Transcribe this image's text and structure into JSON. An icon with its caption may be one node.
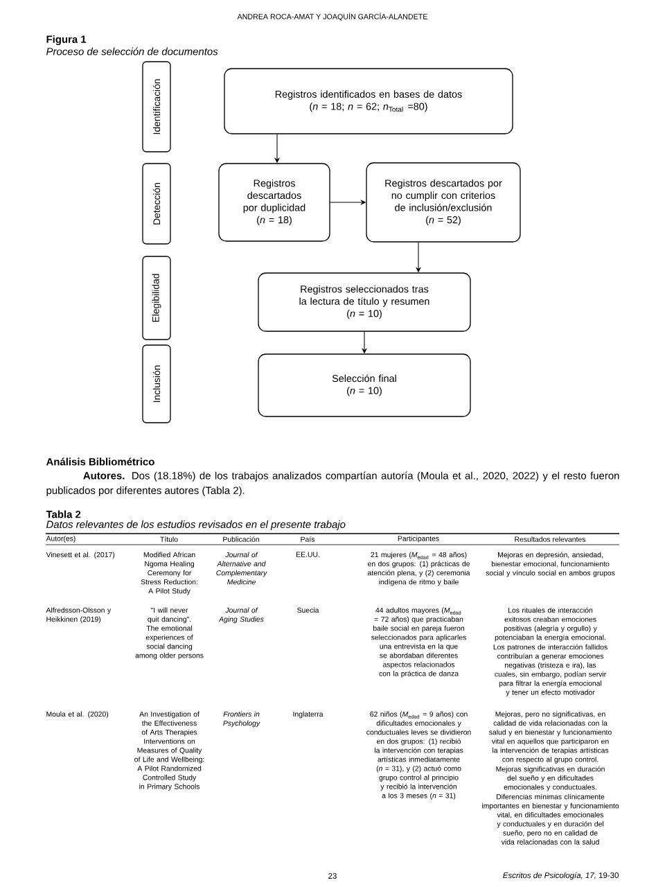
{
  "diagram": {
    "nodes": [
      {
        "text": [
          "Identificación"
        ]
      },
      {
        "text": [
          "Detección"
        ]
      },
      {
        "text": [
          "Elegibilidad"
        ]
      },
      {
        "text": [
          "Inclusión"
        ]
      },
      {
        "text": [
          "Registros identificados en bases de datos",
          "(*n* = 18; *n* = 62; *n*$_{Total}$ =80)"
        ]
      },
      {
        "text": [
          "Registros descartados por duplicidad",
          "(*n* = 18)"
        ]
      },
      {
        "text": [
          "Registros descartados por no cumplir con criterios de inclusión/exclusión",
          "(*n* = 52)"
        ]
      },
      {
        "text": [
          "Registros seleccionados tras la lectura de título y resumen",
          "(*n* = 10)"
        ]
      },
      {
        "text": [
          "Selección final",
          "(*n* = 10)"
        ]
      }
    ],
    "edges": [
      {
        "from": 4,
        "to": 5,
        "arrow": "to"
      },
      {
        "from": 5,
        "to": 6,
        "arrow": "to"
      },
      {
        "from": 6,
        "to": 7,
        "arrow": "to"
      },
      {
        "from": 7,
        "to": 8,
        "arrow": "to"
      }
    ],
    "labels": [
      "ANDREA ROCA-AMAT Y JOAQUÍN GARCÍA-ALANDETE",
      "Figura 1",
      "Proceso de selección de documentos",
      "Análisis Bibliométrico",
      "**Autores.** Dos (18.18%) de los trabajos analizados compartían autoría (Moula et al., 2020, 2022) y el resto fueron publicados por diferentes autores (Tabla 2).",
      "Tabla 2",
      "Datos relevantes de los estudios revisados en el presente trabajo",
      "Autor(es)",
      "Título",
      "Publicación",
      "País",
      "Participantes",
      "Resultados relevantes",
      "Vinesett et al. (2017)",
      "Modified African Ngoma Healing Ceremony for Stress Reduction: A Pilot Study",
      "Journal of Alternative and Complementary Medicine",
      "EE.UU.",
      "21 mujeres (*M*$_{edad}$ = 48 años) en dos grupos: (1) prácticas de atención plena, y (2) ceremonia indígena de ritmo y baile",
      "Mejoras en depresión, ansiedad, bienestar emocional, funcionamiento social y vínculo social en ambos grupos",
      "Alfredsson-Olsson y Heikkinen (2019)",
      "\"I will never quit dancing\". The emotional experiences of social dancing among older persons",
      "Journal of Aging Studies",
      "Suecia",
      "44 adultos mayores (*M*$_{edad}$ = 72 años) que practicaban baile social en pareja fueron seleccionados para aplicarles una entrevista en la que se abordaban diferentes aspectos relacionados con la práctica de danza",
      "Los rituales de interacción exitosos creaban emociones positivas (alegría y orgullo) y potenciaban la energía emocional.",
      "Los patrones de interacción fallidos contribuían a generar emociones negativas (tristeza e ira), las cuales, sin embargo, podían servir para filtrar la energía emocional y tener un efecto motivador",
      "Moula et al. (2020)",
      "An Investigation of the Effectiveness of Arts Therapies Interventions on Measures of Quality of Life and Wellbeing: A Pilot Randomized Controlled Study in Primary Schools",
      "Frontiers in Psychology",
      "Inglaterra",
      "62 niños (*M*$_{edad}$ = 9 años) con dificultades emocionales y conductuales leves se dividieron en dos grupos: (1) recibió la intervención con terapias artísticas inmediatamente (*n* = 31), y (2) actuó como grupo control al principio y recibió la intervención a los 3 meses (*n* = 31)",
      "Mejoras, pero no significativas, en calidad de vida relacionadas con la salud y en bienestar y funcionamiento vital en aquellos que participaron en la intervención de terapias artísticas con respecto al grupo control.",
      "Mejoras significativas en duración del sueño y en dificultades emocionales y conductuales.",
      "Diferencias mínimas clínicamente importantes en bienestar y funcionamiento vital, en dificultades emocionales y conductuales y en duración del sueño, pero no en calidad de vida relacionadas con la salud",
      "23",
      "*Escritos de Psicología, 17,* 19-30"
    ]
  }
}
